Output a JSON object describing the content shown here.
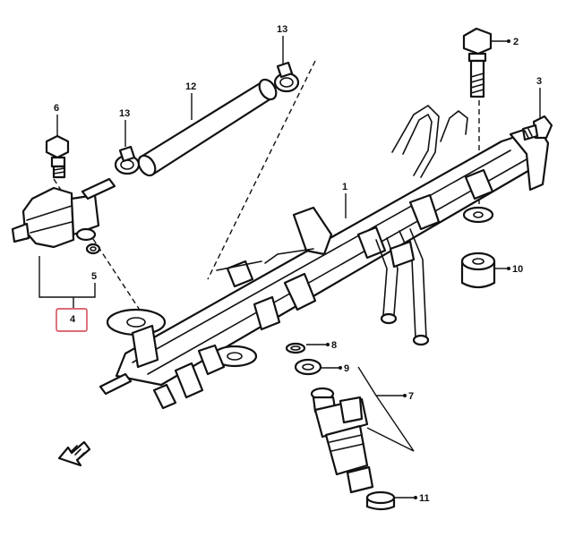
{
  "diagram": {
    "callouts": {
      "c1": "1",
      "c2": "2",
      "c3": "3",
      "c4": "4",
      "c5": "5",
      "c6": "6",
      "c7": "7",
      "c8": "8",
      "c9": "9",
      "c10": "10",
      "c11": "11",
      "c12": "12",
      "c13a": "13",
      "c13b": "13"
    },
    "highlight": {
      "selected_callout": "4",
      "color": "#d33a4a"
    },
    "colors": {
      "line": "#111111",
      "background": "#ffffff"
    },
    "icons": {
      "front_arrow": "front-direction-arrow-icon"
    }
  }
}
